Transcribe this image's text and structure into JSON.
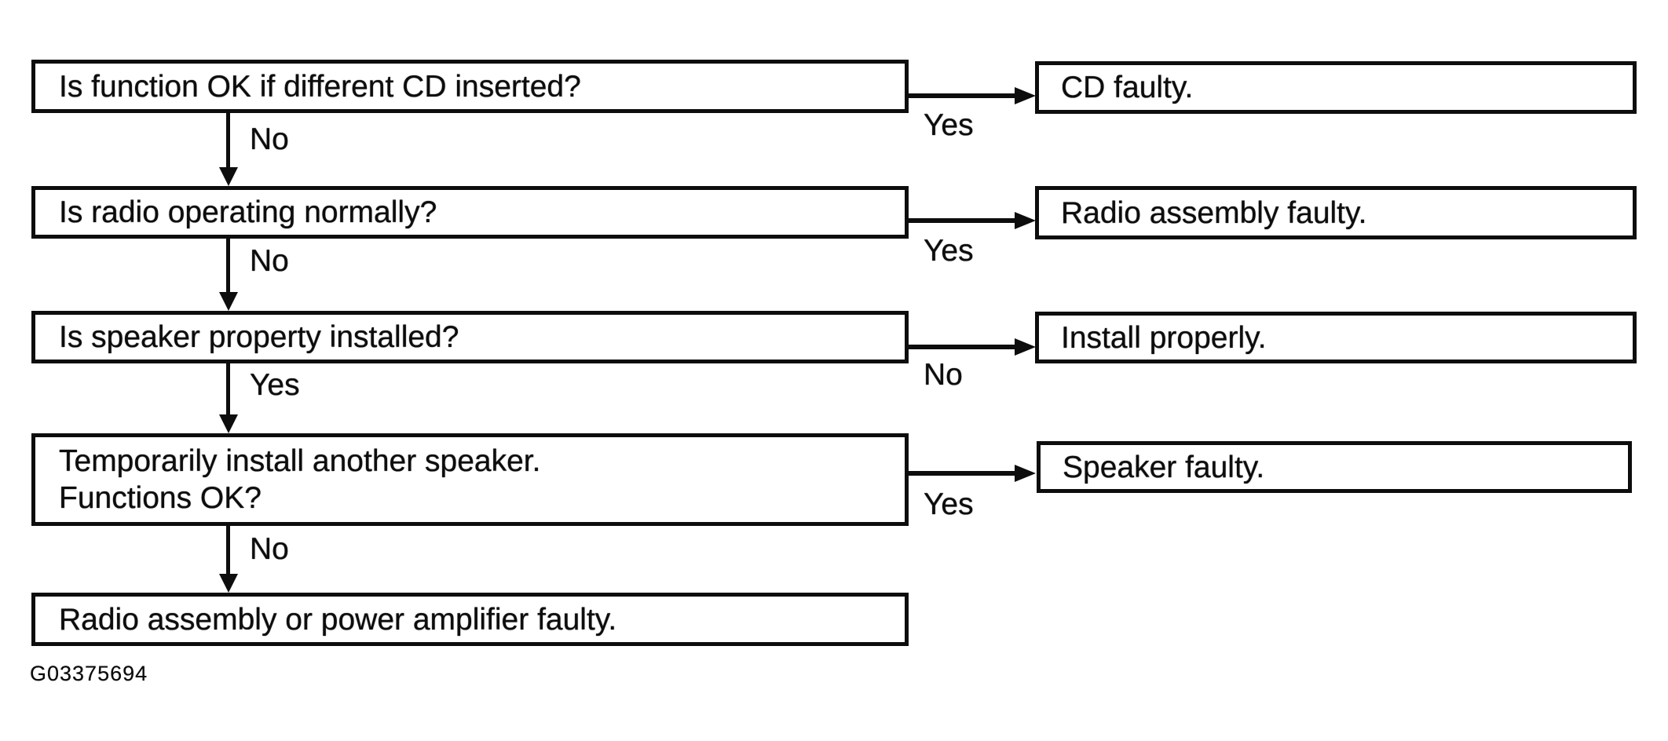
{
  "page": {
    "background": "#ffffff",
    "ink": "#0d0d0d"
  },
  "figure_id": "G03375694",
  "flowchart": {
    "steps": [
      {
        "question": "Is function OK if different CD inserted?",
        "branch_label": "Yes",
        "branch_result": "CD faulty.",
        "next_label": "No"
      },
      {
        "question": "Is radio operating normally?",
        "branch_label": "Yes",
        "branch_result": "Radio assembly faulty.",
        "next_label": "No"
      },
      {
        "question": "Is speaker property installed?",
        "branch_label": "No",
        "branch_result": "Install properly.",
        "next_label": "Yes"
      },
      {
        "question": "Temporarily install another speaker.\nFunctions OK?",
        "branch_label": "Yes",
        "branch_result": "Speaker faulty.",
        "next_label": "No"
      },
      {
        "question": "Radio assembly or power amplifier faulty."
      }
    ]
  }
}
